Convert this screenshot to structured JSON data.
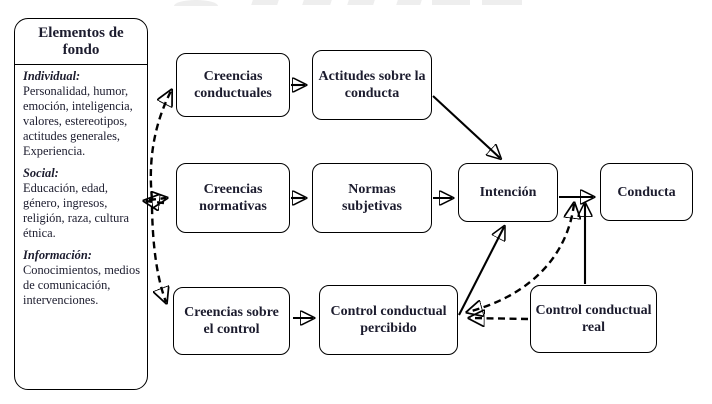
{
  "figure": {
    "type": "flowchart",
    "subject": "Theory of planned behavior model (Spanish)"
  },
  "colors": {
    "background": "#ffffff",
    "box_fill": "#ffffff",
    "box_border": "#000000",
    "text": "#1c1c2e",
    "arrow": "#000000",
    "watermark_fragments": "#eeeeee"
  },
  "background_box": {
    "title": "Elementos de fondo",
    "sections": [
      {
        "heading": "Individual:",
        "body": "Personalidad, humor, emoción, inteligencia, valores, estereotipos, actitudes generales, Experiencia."
      },
      {
        "heading": "Social:",
        "body": "Educación, edad, género, ingresos, religión, raza, cultura étnica."
      },
      {
        "heading": "Información:",
        "body": "Conocimientos, medios de comunicación, intervenciones."
      }
    ]
  },
  "nodes": {
    "creencias_conductuales": {
      "label": "Creencias conductuales"
    },
    "actitudes_conducta": {
      "label": "Actitudes sobre la conducta"
    },
    "creencias_normativas": {
      "label": "Creencias normativas"
    },
    "normas_subjetivas": {
      "label": "Normas subjetivas"
    },
    "creencias_control": {
      "label": "Creencias sobre el control"
    },
    "control_percibido": {
      "label": "Control conductual percibido"
    },
    "intencion": {
      "label": "Intención"
    },
    "conducta": {
      "label": "Conducta"
    },
    "control_real": {
      "label": "Control conductual real"
    }
  },
  "edges": [
    {
      "from": "elementos_de_fondo",
      "to": "creencias_conductuales",
      "style": "dashed"
    },
    {
      "from": "elementos_de_fondo",
      "to": "creencias_normativas",
      "style": "dashed",
      "bidirectional": true
    },
    {
      "from": "elementos_de_fondo",
      "to": "creencias_control",
      "style": "dashed"
    },
    {
      "from": "creencias_conductuales",
      "to": "actitudes_conducta",
      "style": "solid"
    },
    {
      "from": "creencias_normativas",
      "to": "normas_subjetivas",
      "style": "solid"
    },
    {
      "from": "creencias_control",
      "to": "control_percibido",
      "style": "solid"
    },
    {
      "from": "actitudes_conducta",
      "to": "intencion",
      "style": "solid"
    },
    {
      "from": "normas_subjetivas",
      "to": "intencion",
      "style": "solid"
    },
    {
      "from": "control_percibido",
      "to": "intencion",
      "style": "solid"
    },
    {
      "from": "intencion",
      "to": "conducta",
      "style": "solid"
    },
    {
      "from": "control_real",
      "to": "intencion_conducta_link",
      "style": "solid"
    },
    {
      "from": "control_percibido",
      "to": "intencion_conducta_link",
      "style": "dashed",
      "bidirectional": true
    },
    {
      "from": "control_real",
      "to": "control_percibido",
      "style": "dashed"
    }
  ]
}
